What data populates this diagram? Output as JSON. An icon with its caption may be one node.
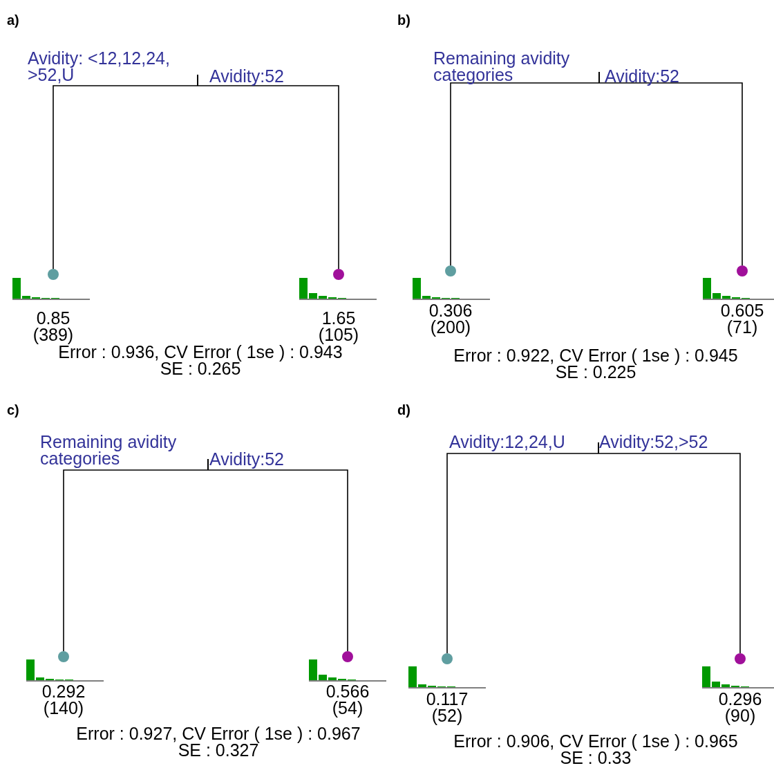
{
  "diagram": {
    "nodes": [
      {
        "text": [
          "a)"
        ]
      },
      {
        "text": [],
        "shape": "point",
        "in": 0
      },
      {
        "text": [],
        "shape": "circle",
        "in": 0,
        "beside": [
          "0.85",
          "(389)"
        ]
      },
      {
        "text": [],
        "shape": "circle",
        "in": 0,
        "beside": [
          "1.65",
          "(105)"
        ]
      },
      {
        "text": [
          "b)"
        ]
      },
      {
        "text": [],
        "shape": "point",
        "in": 4
      },
      {
        "text": [],
        "shape": "circle",
        "in": 4,
        "beside": [
          "0.306",
          "(200)"
        ]
      },
      {
        "text": [],
        "shape": "circle",
        "in": 4,
        "beside": [
          "0.605",
          "(71)"
        ]
      },
      {
        "text": [
          "c)"
        ]
      },
      {
        "text": [],
        "shape": "point",
        "in": 8
      },
      {
        "text": [],
        "shape": "circle",
        "in": 8,
        "beside": [
          "0.292",
          "(140)"
        ]
      },
      {
        "text": [],
        "shape": "circle",
        "in": 8,
        "beside": [
          "0.566",
          "(54)"
        ]
      },
      {
        "text": [
          "d)"
        ]
      },
      {
        "text": [],
        "shape": "point",
        "in": 12
      },
      {
        "text": [],
        "shape": "circle",
        "in": 12,
        "beside": [
          "0.117",
          "(52)"
        ]
      },
      {
        "text": [],
        "shape": "circle",
        "in": 12,
        "beside": [
          "0.296",
          "(90)"
        ]
      }
    ],
    "edges": [
      {
        "from": 1,
        "to": 2,
        "arrow": "none",
        "label": "Avidity: <12,12,24, >52,U"
      },
      {
        "from": 1,
        "to": 3,
        "arrow": "none",
        "label": "Avidity:52"
      },
      {
        "from": 5,
        "to": 6,
        "arrow": "none",
        "label": "Remaining avidity categories"
      },
      {
        "from": 5,
        "to": 7,
        "arrow": "none",
        "label": "Avidity:52"
      },
      {
        "from": 9,
        "to": 10,
        "arrow": "none",
        "label": "Remaining avidity categories"
      },
      {
        "from": 9,
        "to": 11,
        "arrow": "none",
        "label": "Avidity:52"
      },
      {
        "from": 13,
        "to": 14,
        "arrow": "none",
        "label": "Avidity:12,24,U"
      },
      {
        "from": 13,
        "to": 15,
        "arrow": "none",
        "label": "Avidity:52,>52"
      }
    ],
    "labels": [
      "Error :  0.936, CV Error ( 1se ) : 0.943",
      "SE :  0.265",
      "Error :  0.922, CV Error ( 1se ) : 0.945",
      "SE :  0.225",
      "Error :  0.927, CV Error ( 1se ) : 0.967",
      "SE :  0.327",
      "Error :  0.906, CV Error ( 1se ) : 0.965",
      "SE :  0.33"
    ]
  }
}
